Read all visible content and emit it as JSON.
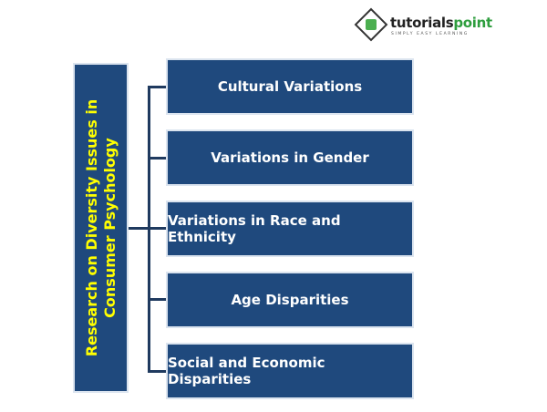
{
  "logo": {
    "name_part1": "tutorials",
    "name_part2": "point",
    "tagline": "SIMPLY EASY LEARNING"
  },
  "root": {
    "label": "Research on Diversity Issues in Consumer Psychology"
  },
  "branches": [
    {
      "label": "Cultural Variations"
    },
    {
      "label": "Variations in Gender"
    },
    {
      "label": "Variations in Race and Ethnicity"
    },
    {
      "label": "Age Disparities"
    },
    {
      "label": "Social and Economic Disparities"
    }
  ],
  "colors": {
    "box": "#1f497d",
    "root_text": "#ffff00",
    "text": "#ffffff"
  }
}
